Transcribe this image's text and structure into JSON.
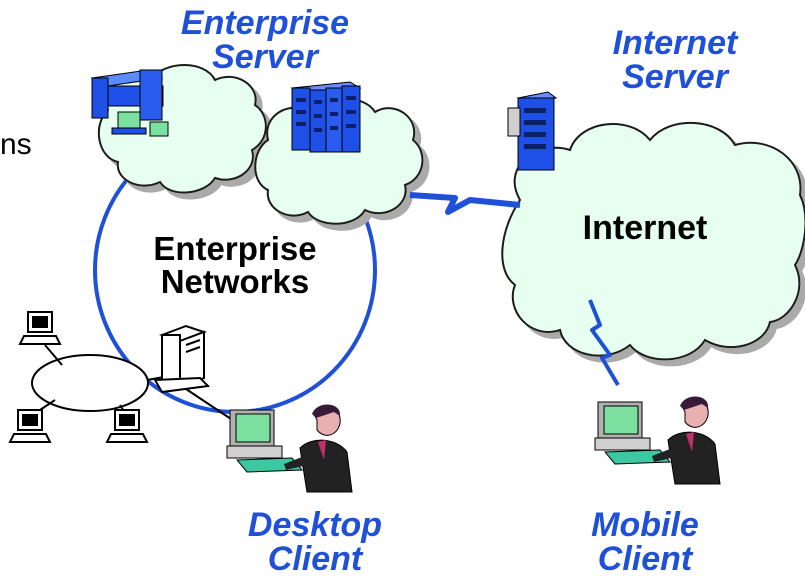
{
  "labels": {
    "enterprise_server": [
      "Enterprise",
      "Server"
    ],
    "internet_server": [
      "Internet",
      "Server"
    ],
    "enterprise_networks": [
      "Enterprise",
      "Networks"
    ],
    "internet": "Internet",
    "desktop_client": [
      "Desktop",
      "Client"
    ],
    "mobile_client": [
      "Mobile",
      "Client"
    ],
    "clipped_text": "ns"
  },
  "icons": {
    "mainframe": "mainframe-icon",
    "server_racks": "server-rack-icon",
    "internet_server": "internet-server-tower-icon",
    "lan_workstation": "workstation-icon",
    "lan_tower": "tower-server-icon",
    "desktop_user": "user-at-computer-icon",
    "mobile_user": "user-at-computer-icon"
  },
  "colors": {
    "label_blue": "#1f50d8",
    "link_blue": "#1f50d8",
    "cloud_fill": "#e6fff0",
    "cloud_stroke": "#1a1a1a",
    "screen_green": "#7ce0a0",
    "equipment_blue": "#1e50e8",
    "keyboard_teal": "#3cc8a0"
  }
}
